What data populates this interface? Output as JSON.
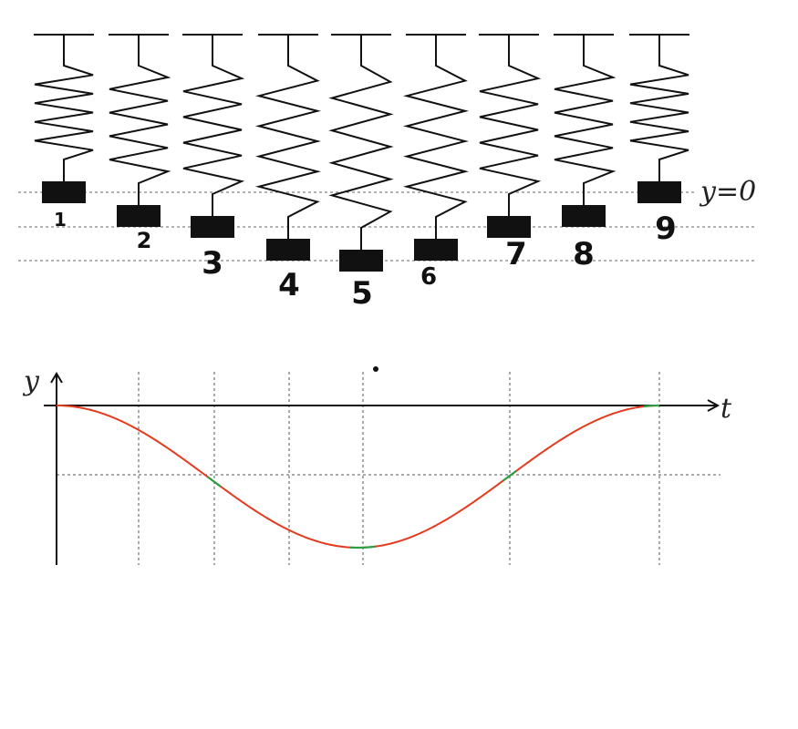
{
  "top_diagram": {
    "equilibrium_label": "y=0",
    "mass_labels": [
      "1",
      "2",
      "3",
      "4",
      "5",
      "6",
      "7",
      "8",
      "9"
    ]
  },
  "graph": {
    "y_axis_label": "y",
    "x_axis_label": "t"
  },
  "colors": {
    "curve": "#e53a1e",
    "curve_highlight": "#2ea043",
    "ink": "#111111",
    "grid": "#555555"
  }
}
